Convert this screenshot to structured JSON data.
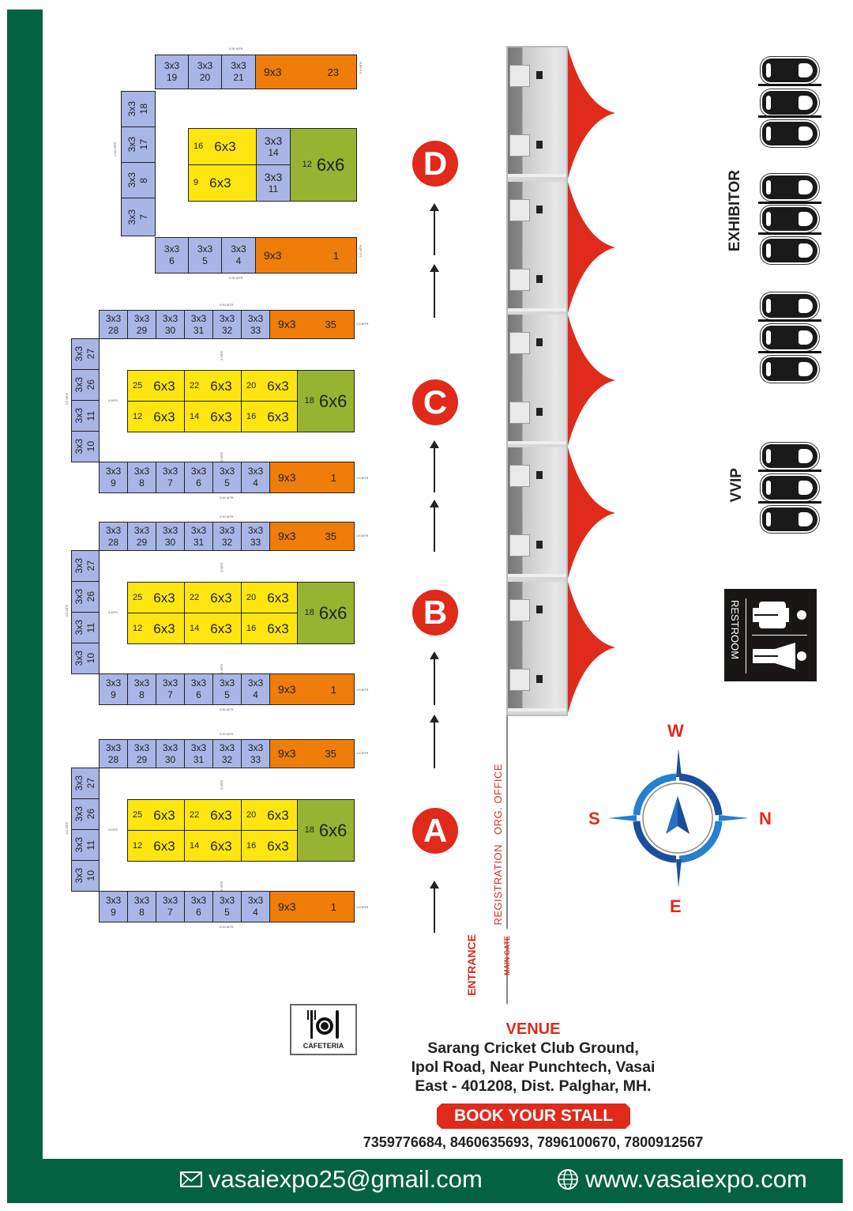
{
  "colors": {
    "brand_green": "#036242",
    "stall_3x3": "#a9b5e6",
    "stall_9x3": "#ef7d0a",
    "stall_6x3": "#fde60f",
    "stall_6x6": "#97b331",
    "accent_red": "#df2a1c",
    "compass_blue": "#1f6fc2"
  },
  "zones": [
    {
      "id": "D",
      "label": "D"
    },
    {
      "id": "C",
      "label": "C"
    },
    {
      "id": "B",
      "label": "B"
    },
    {
      "id": "A",
      "label": "A"
    }
  ],
  "hall_d": {
    "top_row": [
      {
        "size": "3x3",
        "num": "19"
      },
      {
        "size": "3x3",
        "num": "20"
      },
      {
        "size": "3x3",
        "num": "21"
      }
    ],
    "top_big": {
      "size": "9x3",
      "num": "23"
    },
    "left_col": [
      {
        "size": "3x3",
        "num": "18"
      },
      {
        "size": "3x3",
        "num": "17"
      },
      {
        "size": "3x3",
        "num": "8"
      },
      {
        "size": "3x3",
        "num": "7"
      }
    ],
    "center_yellow": [
      {
        "size": "6x3",
        "num": "16"
      },
      {
        "size": "6x3",
        "num": "9"
      }
    ],
    "center_blue": [
      {
        "size": "3x3",
        "num": "14"
      },
      {
        "size": "3x3",
        "num": "11"
      }
    ],
    "center_green": {
      "size": "6x6",
      "num": "12"
    },
    "bottom_row": [
      {
        "size": "3x3",
        "num": "6"
      },
      {
        "size": "3x3",
        "num": "5"
      },
      {
        "size": "3x3",
        "num": "4"
      }
    ],
    "bottom_big": {
      "size": "9x3",
      "num": "1"
    },
    "dims": {
      "top": "0.90 MTR",
      "right": "0.5 MTR",
      "left": "0.30 MTR",
      "aisle": "3 MTR",
      "bottom": "0.90 MTR"
    }
  },
  "hall_std": {
    "top_row": [
      {
        "size": "3x3",
        "num": "28"
      },
      {
        "size": "3x3",
        "num": "29"
      },
      {
        "size": "3x3",
        "num": "30"
      },
      {
        "size": "3x3",
        "num": "31"
      },
      {
        "size": "3x3",
        "num": "32"
      },
      {
        "size": "3x3",
        "num": "33"
      }
    ],
    "top_big": {
      "size": "9x3",
      "num": "35"
    },
    "left_col": [
      {
        "size": "3x3",
        "num": "27"
      },
      {
        "size": "3x3",
        "num": "26"
      },
      {
        "size": "3x3",
        "num": "11"
      },
      {
        "size": "3x3",
        "num": "10"
      }
    ],
    "center_top": [
      {
        "size": "6x3",
        "num": "25"
      },
      {
        "size": "6x3",
        "num": "22"
      },
      {
        "size": "6x3",
        "num": "20"
      }
    ],
    "center_bottom": [
      {
        "size": "6x3",
        "num": "12"
      },
      {
        "size": "6x3",
        "num": "14"
      },
      {
        "size": "6x3",
        "num": "16"
      }
    ],
    "center_green": {
      "size": "6x6",
      "num": "18"
    },
    "bottom_row": [
      {
        "size": "3x3",
        "num": "9"
      },
      {
        "size": "3x3",
        "num": "8"
      },
      {
        "size": "3x3",
        "num": "7"
      },
      {
        "size": "3x3",
        "num": "6"
      },
      {
        "size": "3x3",
        "num": "5"
      },
      {
        "size": "3x3",
        "num": "4"
      }
    ],
    "bottom_big": {
      "size": "9x3",
      "num": "1"
    },
    "dims": {
      "top": "0.90 MTR",
      "right": "1.5 MTR",
      "left": "0.5 MTR",
      "aisle": "3 MTR",
      "bottom": "0.90 MTR"
    }
  },
  "labels": {
    "exhibitor": "EXHIBITOR",
    "vvip": "VVIP",
    "restroom": "RESTROOM",
    "registration": "REGISTRATION",
    "org_office": "ORG. OFFICE",
    "entrance": "ENTRANCE",
    "main_gate": "MAIN GATE",
    "cafeteria": "CAFETERIA"
  },
  "compass": {
    "top": "W",
    "left": "S",
    "right": "N",
    "bottom": "E"
  },
  "venue": {
    "heading": "VENUE",
    "line1": "Sarang Cricket Club Ground,",
    "line2": "Ipol Road, Near Punchtech, Vasai",
    "line3": "East - 401208, Dist. Palghar, MH."
  },
  "cta": {
    "label": "BOOK YOUR STALL"
  },
  "phones": "7359776684, 8460635693, 7896100670, 7800912567",
  "footer": {
    "email": "vasaiexpo25@gmail.com",
    "website": "www.vasaiexpo.com"
  }
}
